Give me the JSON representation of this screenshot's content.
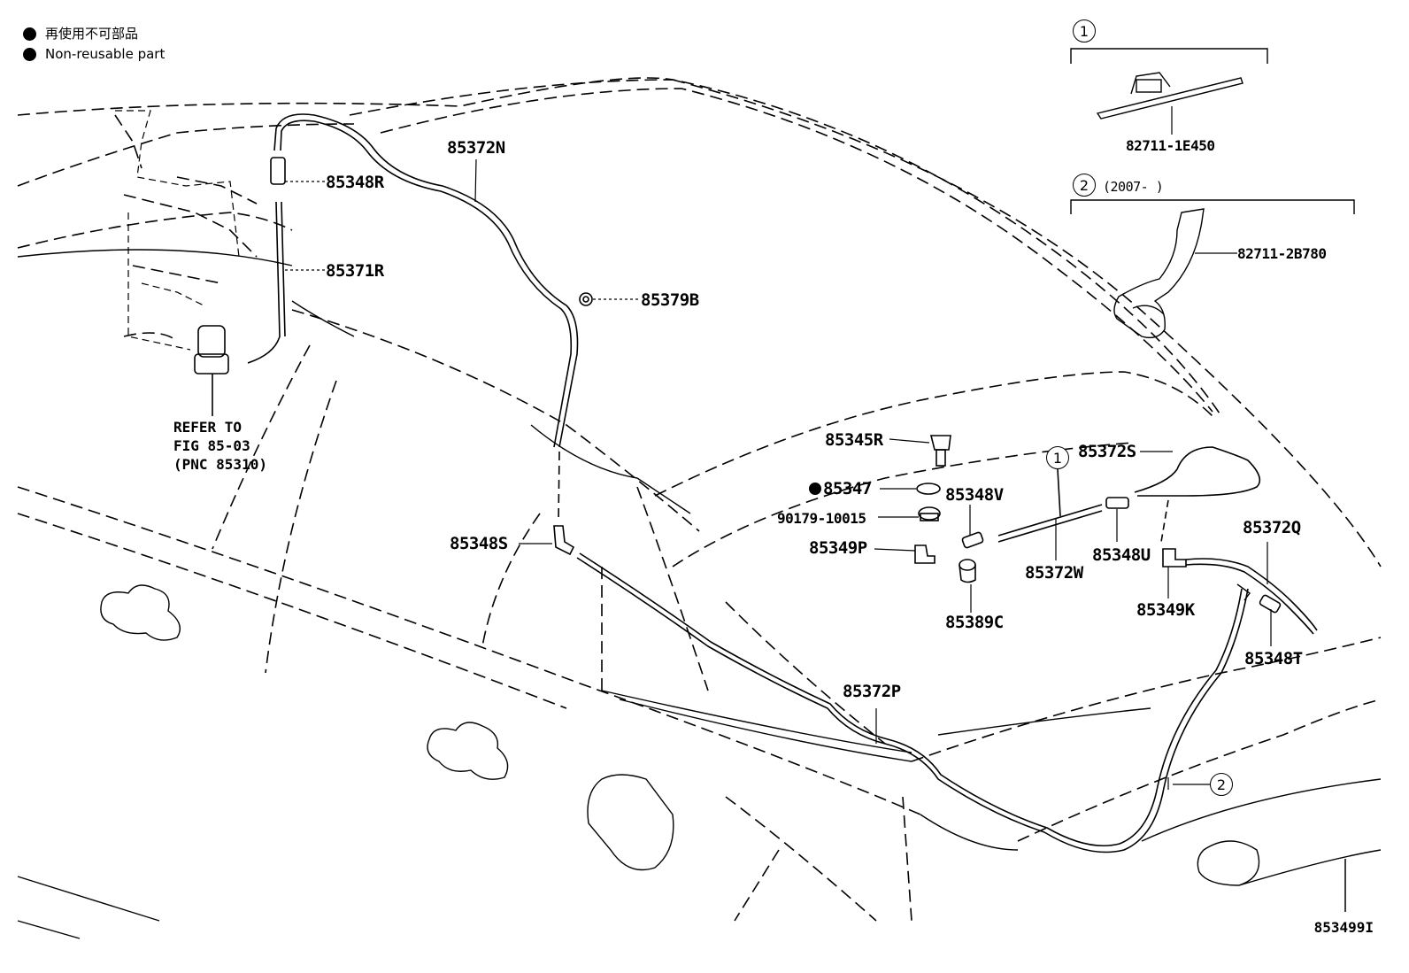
{
  "legend": {
    "item_jp": "再使用不可部品",
    "item_en": "Non-reusable part"
  },
  "reference": {
    "line1": "REFER TO",
    "line2": "FIG 85-03",
    "line3": "(PNC 85310)"
  },
  "callouts": {
    "c1": "1",
    "c2": "2",
    "c2_note": "(2007-      )"
  },
  "parts": {
    "p85372N": "85372N",
    "p85348R": "85348R",
    "p85371R": "85371R",
    "p85379B": "85379B",
    "p85345R": "85345R",
    "p85347": "85347",
    "p85348V": "85348V",
    "p90179": "90179-10015",
    "p85349P": "85349P",
    "p85389C": "85389C",
    "p85348S": "85348S",
    "p85372S": "85372S",
    "p85372W": "85372W",
    "p85348U": "85348U",
    "p85372Q": "85372Q",
    "p85349K": "85349K",
    "p85348T": "85348T",
    "p85372P": "85372P",
    "p82711_1E450": "82711-1E450",
    "p82711_2B780": "82711-2B780"
  },
  "drawing_number": "853499I"
}
